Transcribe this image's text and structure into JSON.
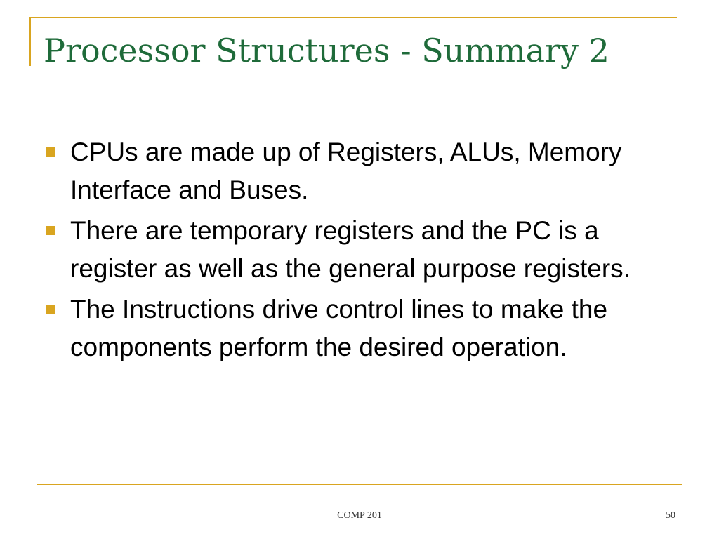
{
  "slide": {
    "title": "Processor Structures - Summary 2",
    "bullets": [
      "CPUs are made up of Registers, ALUs, Memory Interface and Buses.",
      "There are temporary registers and the PC is a register as well as the general purpose registers.",
      "The Instructions drive control lines to make the components perform the desired operation."
    ],
    "bullet_icon": "square-bullet-icon"
  },
  "footer": {
    "course": "COMP 201",
    "page_number": "50"
  },
  "colors": {
    "title": "#1f6b3a",
    "accent": "#d9a520",
    "text": "#000000"
  }
}
